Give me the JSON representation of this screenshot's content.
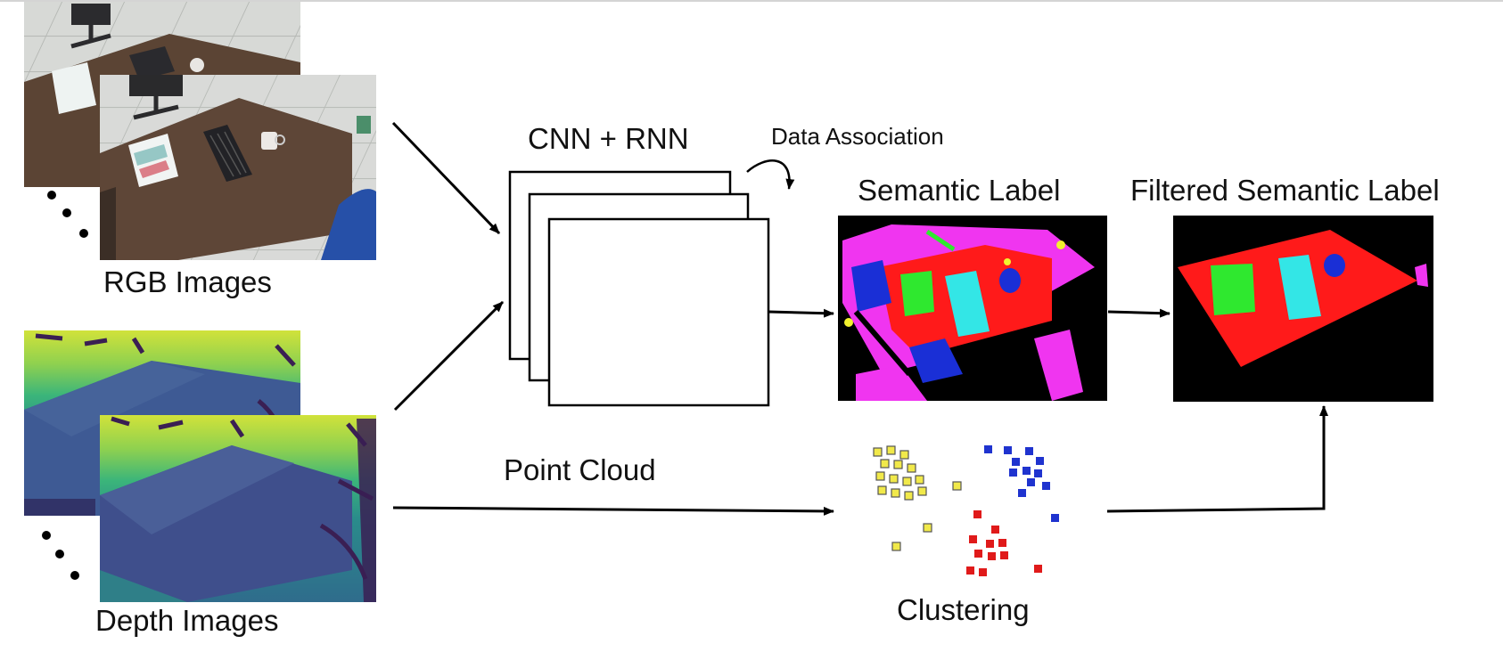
{
  "labels": {
    "rgb_images": "RGB Images",
    "depth_images": "Depth Images",
    "cnn_rnn": "CNN + RNN",
    "data_association": "Data Association",
    "semantic_label": "Semantic Label",
    "filtered_semantic_label": "Filtered Semantic Label",
    "point_cloud": "Point Cloud",
    "clustering": "Clustering"
  },
  "colors": {
    "floor": "#d9dbd8",
    "table": "#5e4637",
    "depth_far": "#c9df3a",
    "depth_mid": "#2f8e8b",
    "depth_near": "#3f4f8c",
    "label_red": "#ff1a1a",
    "label_green": "#2fe82f",
    "label_cyan": "#33e6e6",
    "label_blue": "#1a2fd6",
    "label_magenta": "#f035f0",
    "label_yellow": "#f2f22e",
    "cluster_yellow": "#f1e94a",
    "cluster_blue": "#1f33cf",
    "cluster_red": "#e01a1a"
  }
}
